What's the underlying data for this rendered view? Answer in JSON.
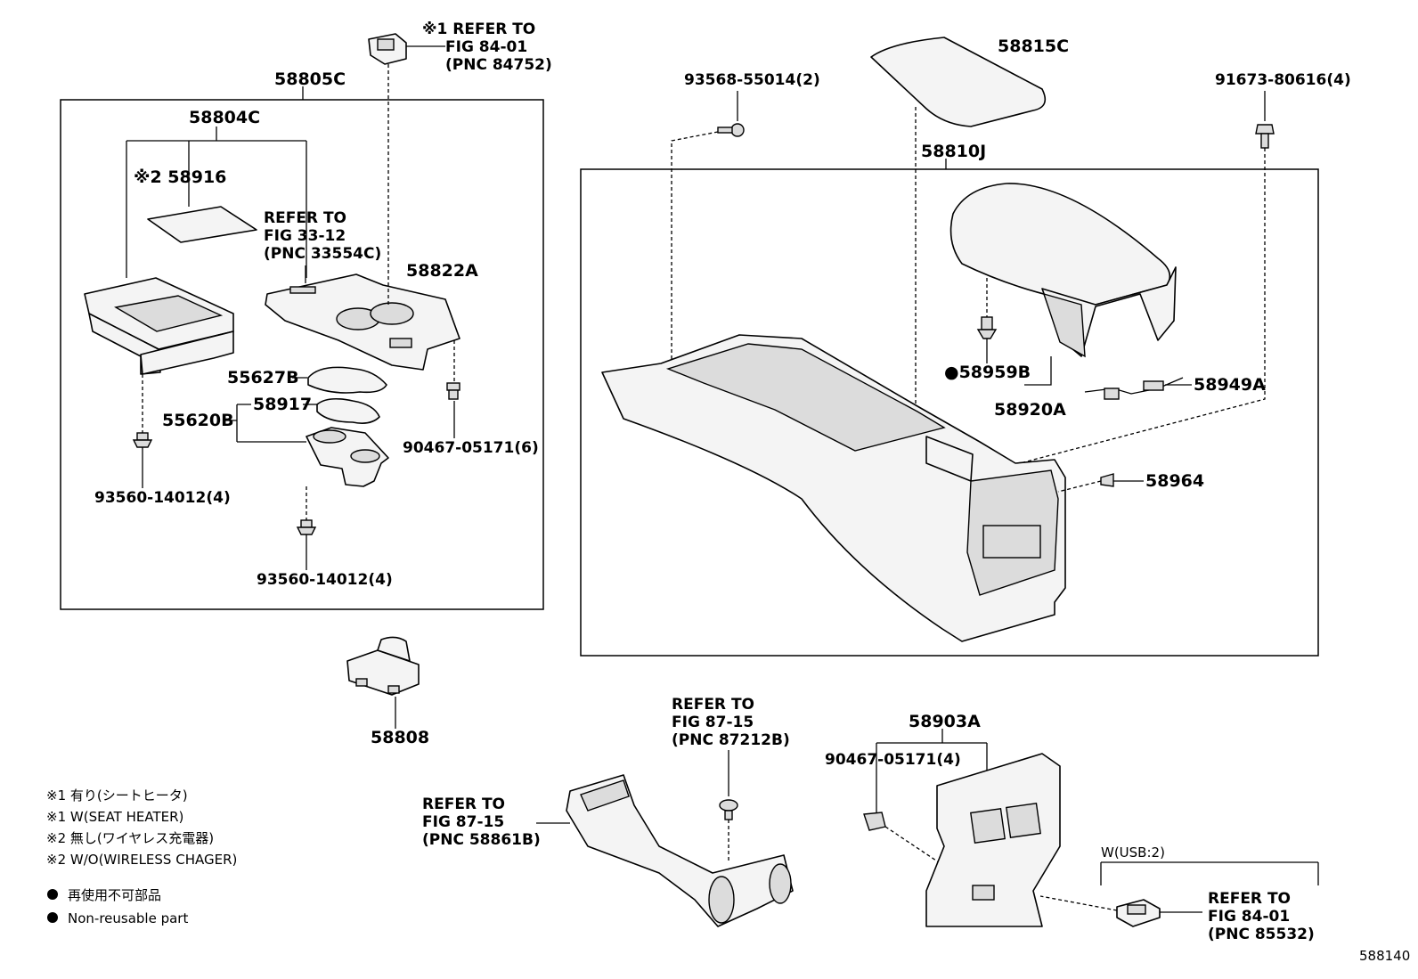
{
  "labels": {
    "p58805c": "58805C",
    "p58804c": "58804C",
    "p58916": "※2 58916",
    "p58822a": "58822A",
    "p55627b": "55627B",
    "p55620b": "55620B",
    "p58917": "58917",
    "p90467_6": "90467-05171(6)",
    "p93560_left": "93560-14012(4)",
    "p93560_mid": "93560-14012(4)",
    "p58808": "58808",
    "p93568": "93568-55014(2)",
    "p58815c": "58815C",
    "p58810j": "58810J",
    "p91673": "91673-80616(4)",
    "p58959b": "●58959B",
    "p58920a": "58920A",
    "p58949a": "58949A",
    "p58964": "58964",
    "p58903a": "58903A",
    "p90467_4": "90467-05171(4)",
    "diagram_id": "588140"
  },
  "refs": {
    "ref84752": [
      "※1 REFER TO",
      "FIG 84-01",
      "(PNC 84752)"
    ],
    "ref33554": [
      "REFER TO",
      "FIG 33-12",
      "(PNC 33554C)"
    ],
    "ref87212": [
      "REFER TO",
      "FIG 87-15",
      "(PNC 87212B)"
    ],
    "ref58861": [
      "REFER TO",
      "FIG 87-15",
      "(PNC 58861B)"
    ],
    "ref85532": [
      "REFER TO",
      "FIG 84-01",
      "(PNC 85532)"
    ]
  },
  "usb_note": "W(USB:2)",
  "legend": {
    "notes": [
      "※1 有り(シートヒータ)",
      "※1 W(SEAT HEATER)",
      "※2 無し(ワイヤレス充電器)",
      "※2 W/O(WIRELESS CHAGER)"
    ],
    "nonreusable_jp": "再使用不可部品",
    "nonreusable_en": "Non-reusable part"
  }
}
